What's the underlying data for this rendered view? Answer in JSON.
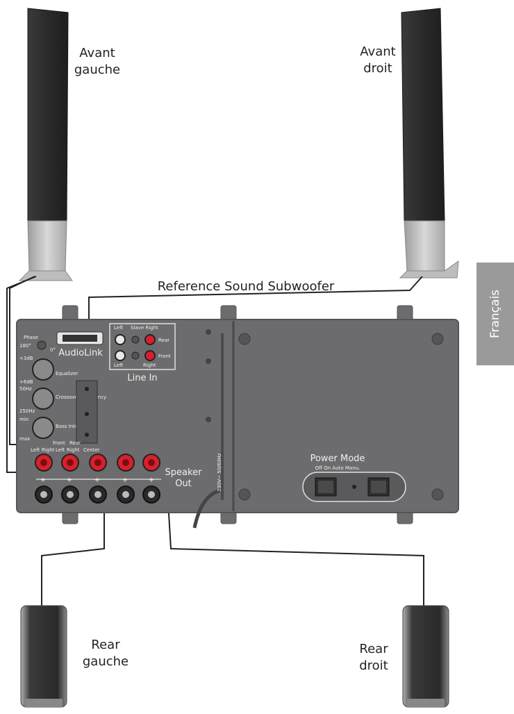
{
  "labels": {
    "front_left": [
      "Avant",
      "gauche"
    ],
    "front_right": [
      "Avant",
      "droit"
    ],
    "subwoofer": "Reference Sound Subwoofer",
    "rear_left": [
      "Rear",
      "gauche"
    ],
    "rear_right": [
      "Rear",
      "droit"
    ],
    "language_tab": "Français"
  },
  "panel": {
    "audiolink": "AudioLink",
    "phase": "Phase",
    "phase_values": [
      "180°",
      "0°"
    ],
    "equalizer": "Equalizer",
    "equalizer_values": [
      "+3dB",
      "+6dB"
    ],
    "crossover": "Crossover Frequency",
    "crossover_values": [
      "50Hz",
      "250Hz"
    ],
    "bass_intensity": "Bass Intensity",
    "bass_values": [
      "min",
      "max"
    ],
    "line_in": "Line In",
    "line_in_top": [
      "Left",
      "Slave Right"
    ],
    "line_in_left_bottom": "Left",
    "line_in_right_bottom": "Right",
    "line_in_rear": "Rear",
    "line_in_front": "Front",
    "speaker_headers": [
      "Front",
      "Rear"
    ],
    "speaker_channels": [
      "Left",
      "Right",
      "Left",
      "Right",
      "Center"
    ],
    "speaker_out": [
      "Speaker",
      "Out"
    ],
    "power_mode": "Power Mode",
    "power_mode_options": "Off On Auto Manu.",
    "mains_label": "230V~ 50/60Hz"
  },
  "colors": {
    "panel": "#6c6c6e",
    "panel_edge": "#555557",
    "red_terminal": "#d8202c",
    "speaker_cloth": "#2b2b2b",
    "stand": "#c4c4c4",
    "tab": "#9a9a9a"
  }
}
